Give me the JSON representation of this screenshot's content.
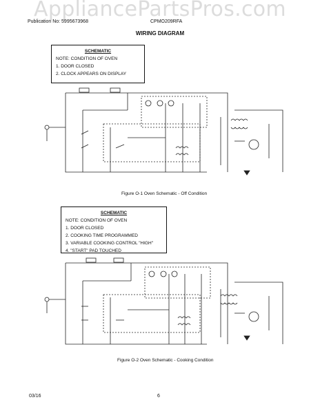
{
  "watermark": "AppliancePartsPros.com",
  "header": {
    "publication": "Publication No: 5995673968",
    "model": "CPMO209RFA",
    "title": "WIRING DIAGRAM"
  },
  "figure1": {
    "schematic_title": "SCHEMATIC",
    "notes": [
      "NOTE: CONDITION OF OVEN",
      "1. DOOR CLOSED",
      "2. CLOCK APPEARS ON DISPLAY"
    ],
    "caption": "Figure O-1 Oven Schematic - Off  Condition"
  },
  "figure2": {
    "schematic_title": "SCHEMATIC",
    "notes": [
      "NOTE: CONDITION OF OVEN",
      "1. DOOR CLOSED",
      "2. COOKING TIME PROGRAMMED",
      "3. VARIABLE COOKING CONTROL \"HIGH\"",
      "4. \"START\" PAD TOUCHED"
    ],
    "caption": "Figure O-2 Oven Schematic - Cooking Condition"
  },
  "footer": {
    "date": "03/16",
    "page": "6"
  }
}
